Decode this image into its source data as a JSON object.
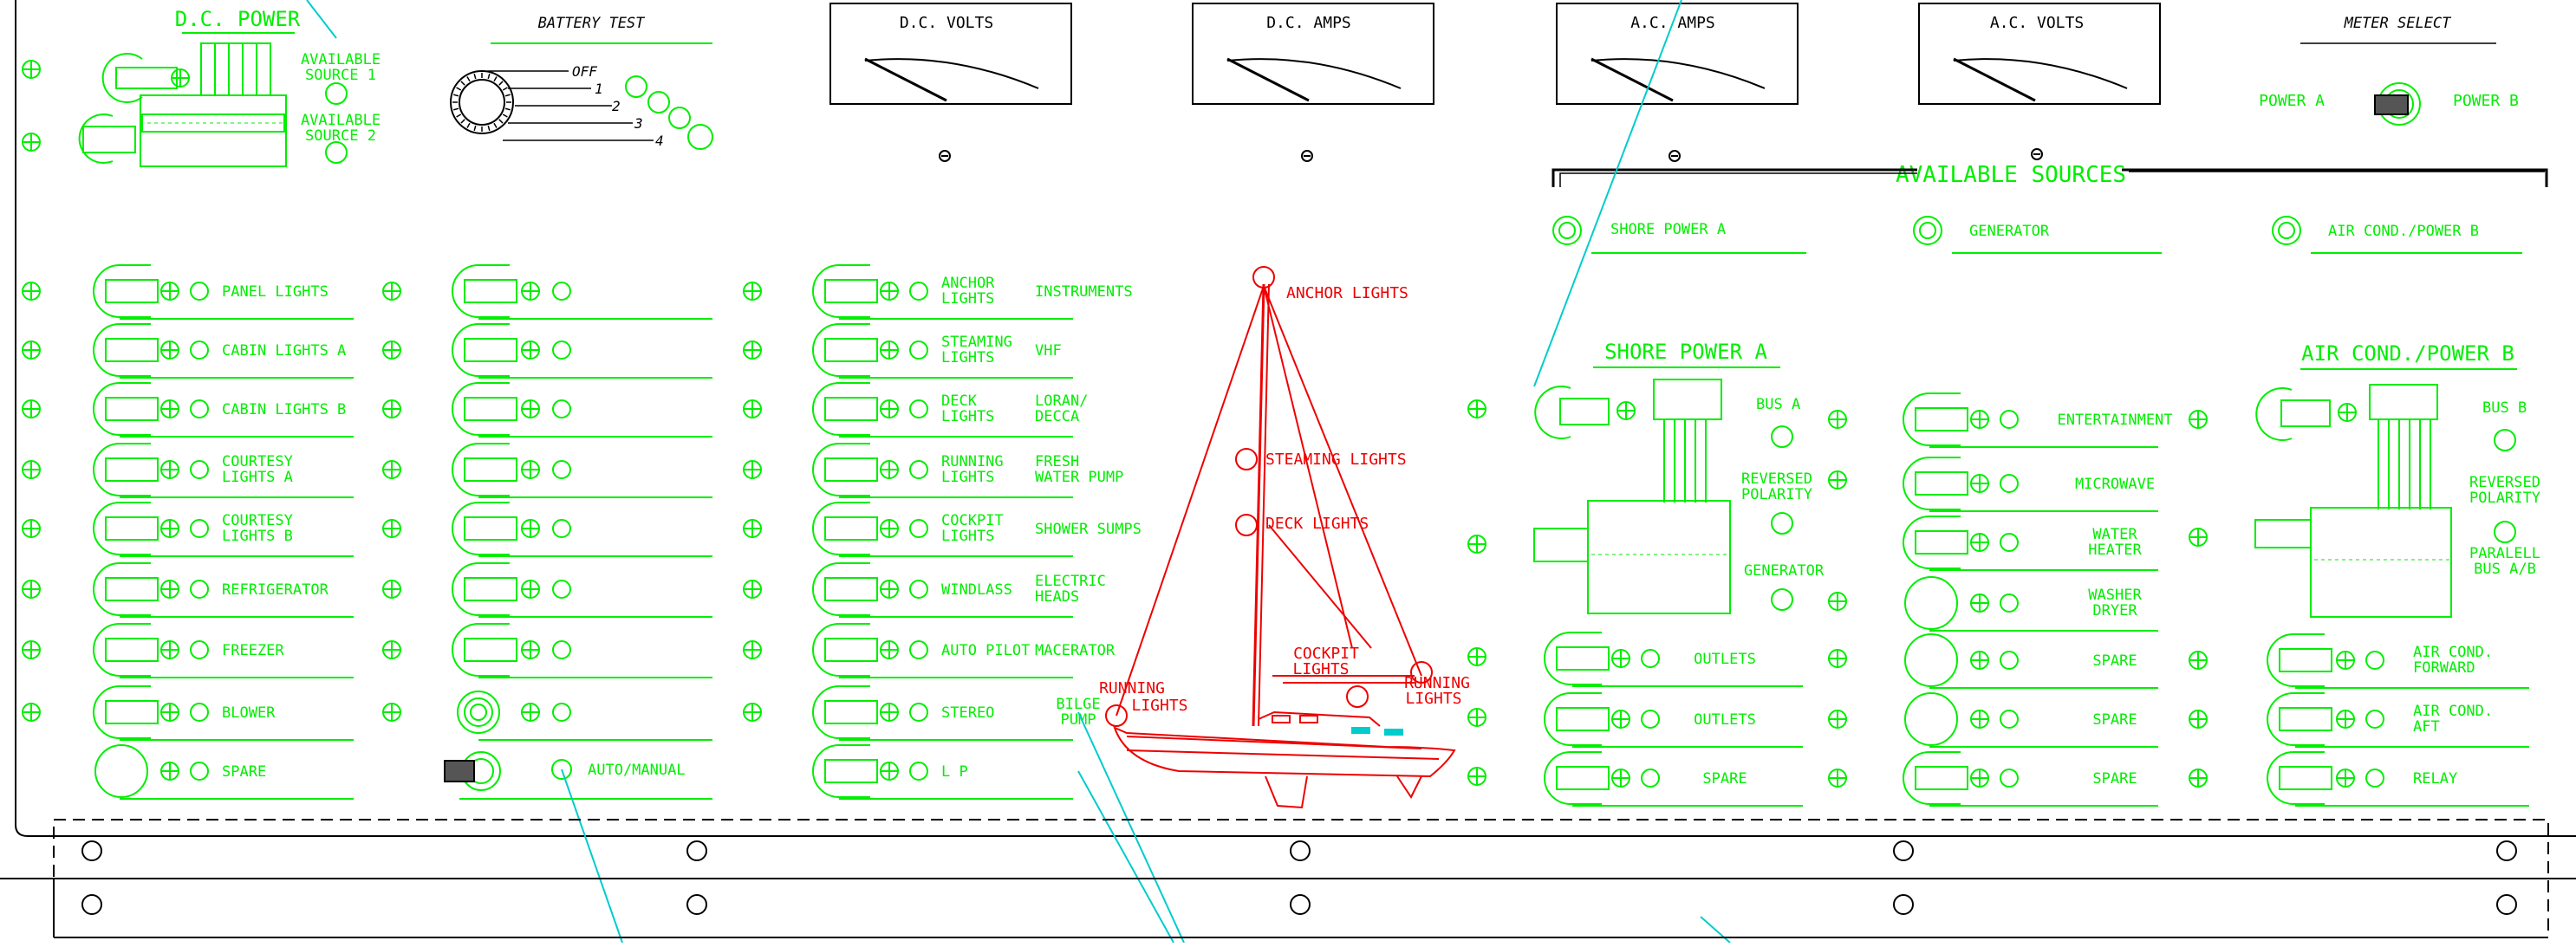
{
  "colors": {
    "green": "#00ee00",
    "red": "#ee0000",
    "cyan": "#00cccc",
    "black": "#000000"
  },
  "header": {
    "dc_power": "D.C. POWER",
    "battery_test": "BATTERY TEST",
    "dc_volts": "D.C. VOLTS",
    "dc_amps": "D.C. AMPS",
    "ac_amps": "A.C. AMPS",
    "ac_volts": "A.C. VOLTS",
    "meter_select": "METER SELECT",
    "power_a": "POWER A",
    "power_b": "POWER B",
    "available_sources": "AVAILABLE SOURCES",
    "src1_line1": "AVAILABLE",
    "src1_line2": "SOURCE 1",
    "src2_line1": "AVAILABLE",
    "src2_line2": "SOURCE 2",
    "bt_off": "OFF",
    "bt_1": "1",
    "bt_2": "2",
    "bt_3": "3",
    "bt_4": "4"
  },
  "sources": {
    "shore": "SHORE POWER A",
    "generator": "GENERATOR",
    "aircond": "AIR COND./POWER B"
  },
  "col1": [
    [
      "PANEL LIGHTS"
    ],
    [
      "CABIN LIGHTS A"
    ],
    [
      "CABIN LIGHTS B"
    ],
    [
      "COURTESY",
      "LIGHTS A"
    ],
    [
      "COURTESY",
      "LIGHTS B"
    ],
    [
      "REFRIGERATOR"
    ],
    [
      "FREEZER"
    ],
    [
      "BLOWER"
    ],
    [
      "SPARE"
    ]
  ],
  "col2": [
    [
      "INSTRUMENTS"
    ],
    [
      "VHF"
    ],
    [
      "LORAN/",
      "DECCA"
    ],
    [
      "FRESH",
      "WATER PUMP"
    ],
    [
      "SHOWER SUMPS"
    ],
    [
      "ELECTRIC",
      "HEADS"
    ],
    [
      "MACERATOR"
    ],
    [
      "BILGE",
      "PUMP"
    ],
    [
      "AUTO/MANUAL"
    ]
  ],
  "col3": [
    [
      "ANCHOR",
      "LIGHTS"
    ],
    [
      "STEAMING",
      "LIGHTS"
    ],
    [
      "DECK",
      "LIGHTS"
    ],
    [
      "RUNNING",
      "LIGHTS"
    ],
    [
      "COCKPIT",
      "LIGHTS"
    ],
    [
      "WINDLASS"
    ],
    [
      "AUTO PILOT"
    ],
    [
      "STEREO"
    ],
    [
      "L P"
    ]
  ],
  "boat": {
    "anchor": "ANCHOR LIGHTS",
    "steaming": "STEAMING LIGHTS",
    "deck": "DECK LIGHTS",
    "cockpit1": "COCKPIT",
    "cockpit2": "LIGHTS",
    "running_l1": "RUNNING",
    "running_l2": "LIGHTS",
    "running_r1": "RUNNING",
    "running_r2": "LIGHTS"
  },
  "shore_panel": {
    "title": "SHORE POWER A",
    "bus_a": "BUS A",
    "reversed1": "REVERSED",
    "reversed2": "POLARITY",
    "generator": "GENERATOR",
    "rows": [
      "OUTLETS",
      "OUTLETS",
      "SPARE"
    ]
  },
  "mid_panel": {
    "rows": [
      [
        "ENTERTAINMENT"
      ],
      [
        "MICROWAVE"
      ],
      [
        "WATER",
        "HEATER"
      ],
      [
        "WASHER",
        "DRYER"
      ],
      [
        "SPARE"
      ],
      [
        "SPARE"
      ],
      [
        "SPARE"
      ]
    ]
  },
  "aircond_panel": {
    "title": "AIR COND./POWER B",
    "bus_b": "BUS B",
    "reversed1": "REVERSED",
    "reversed2": "POLARITY",
    "paralell1": "PARALELL",
    "paralell2": "BUS A/B",
    "rows": [
      [
        "AIR COND.",
        "FORWARD"
      ],
      [
        "AIR COND.",
        "AFT"
      ],
      [
        "RELAY"
      ]
    ]
  }
}
